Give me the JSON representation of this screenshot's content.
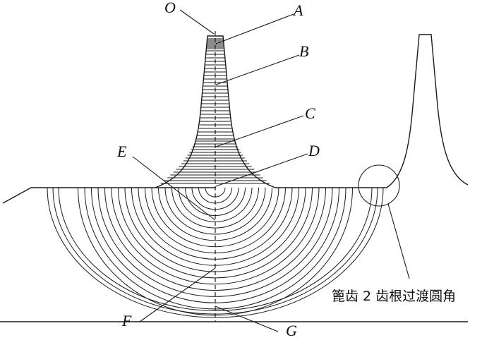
{
  "labels": {
    "O": "O",
    "A": "A",
    "B": "B",
    "C": "C",
    "D": "D",
    "E": "E",
    "F": "F",
    "G": "G"
  },
  "note": "篦齿 2 齿根过渡圆角",
  "colors": {
    "line": "#1a1a1a",
    "text": "#111111",
    "background": "#ffffff"
  }
}
